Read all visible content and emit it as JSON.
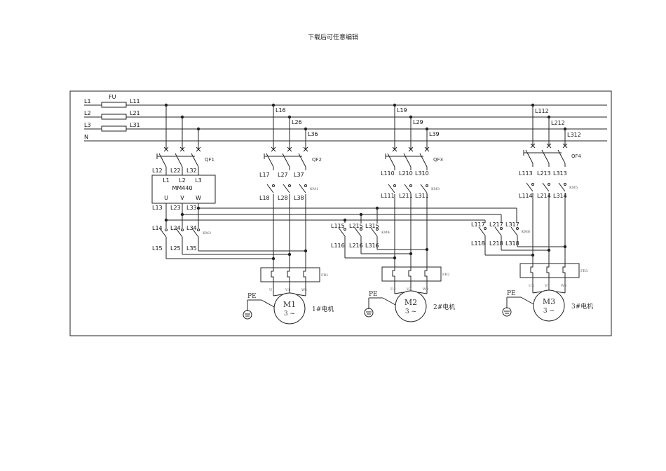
{
  "header": "下载后可任意编辑",
  "bus": {
    "lines": [
      "L1",
      "L2",
      "L3",
      "N"
    ],
    "fuse_label": "FU",
    "fuse_out": [
      "L11",
      "L21",
      "L31"
    ]
  },
  "g1": {
    "taps": [],
    "breaker": "QF1",
    "breaker_out": [
      "L12",
      "L22",
      "L32"
    ],
    "vfd": {
      "in": [
        "L1",
        "L2",
        "L3"
      ],
      "name": "MM440",
      "out": [
        "U",
        "V",
        "W"
      ]
    },
    "vfd_out": [
      "L13",
      "L23",
      "L33"
    ],
    "km_in": [
      "L14",
      "L24",
      "L34"
    ],
    "km": "KM2",
    "km_out": [
      "L15",
      "L25",
      "L35"
    ],
    "taps2": [
      "L16",
      "L26",
      "L36"
    ],
    "breaker2": "QF2",
    "b2_out": [
      "L17",
      "L27",
      "L37"
    ],
    "km1": "KM1",
    "km1_out": [
      "L18",
      "L28",
      "L38"
    ],
    "fr": "FR1",
    "terms": [
      "U1",
      "V1",
      "W1"
    ],
    "pe": "PE",
    "motor": "M1",
    "phase": "3 ~",
    "caption": "1#电机"
  },
  "g2": {
    "taps": [
      "L19",
      "L29",
      "L39"
    ],
    "breaker": "QF3",
    "b_out": [
      "L110",
      "L210",
      "L310"
    ],
    "km": "KM3",
    "km_out": [
      "L111",
      "L211",
      "L311"
    ],
    "km4_in": [
      "L115",
      "L215",
      "L315"
    ],
    "km4": "KM4",
    "km4_out": [
      "L116",
      "L216",
      "L316"
    ],
    "fr": "FR2",
    "terms": [
      "U2",
      "V2",
      "W2"
    ],
    "pe": "PE",
    "motor": "M2",
    "phase": "3 ~",
    "caption": "2#电机"
  },
  "g3": {
    "taps": [
      "L112",
      "L212",
      "L312"
    ],
    "breaker": "QF4",
    "b_out": [
      "L113",
      "L213",
      "L313"
    ],
    "km": "KM5",
    "km_out": [
      "L114",
      "L214",
      "L314"
    ],
    "km6_in": [
      "L117",
      "L217",
      "L317"
    ],
    "km6": "KM6",
    "km6_out": [
      "L118",
      "L218",
      "L318"
    ],
    "fr": "FR3",
    "terms": [
      "U3",
      "V3",
      "W3"
    ],
    "pe": "PE",
    "motor": "M3",
    "phase": "3 ~",
    "caption": "3#电机"
  }
}
